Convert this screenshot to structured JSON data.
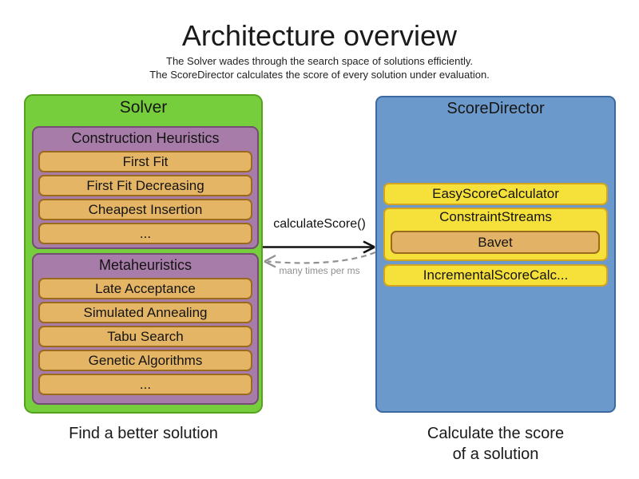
{
  "header": {
    "title": "Architecture overview",
    "subtitle_line1": "The Solver wades through the search space of solutions efficiently.",
    "subtitle_line2": "The ScoreDirector calculates the score of every solution under evaluation."
  },
  "solver": {
    "label": "Solver",
    "caption": "Find a better solution",
    "groups": [
      {
        "label": "Construction Heuristics",
        "items": [
          "First Fit",
          "First Fit Decreasing",
          "Cheapest Insertion",
          "..."
        ]
      },
      {
        "label": "Metaheuristics",
        "items": [
          "Late Acceptance",
          "Simulated Annealing",
          "Tabu Search",
          "Genetic Algorithms",
          "..."
        ]
      }
    ]
  },
  "score_director": {
    "label": "ScoreDirector",
    "caption_line1": "Calculate the score",
    "caption_line2": "of a solution",
    "items": [
      {
        "label": "EasyScoreCalculator"
      },
      {
        "label": "ConstraintStreams",
        "sub_item": "Bavet"
      },
      {
        "label": "IncrementalScoreCalc..."
      }
    ]
  },
  "interaction": {
    "call_arrow_label": "calculateScore()",
    "return_arrow_label": "many times per ms"
  },
  "colors": {
    "solver_fill": "#77CE3C",
    "solver_border": "#54A21E",
    "heuristic_group_fill": "#A87CA8",
    "heuristic_group_border": "#744C74",
    "algorithm_fill": "#E5B566",
    "algorithm_border": "#9A6A1D",
    "score_director_fill": "#6C99CB",
    "score_director_border": "#3B6AA0",
    "calculator_fill": "#F6E03A",
    "calculator_border": "#D3A41F",
    "return_arrow_gray": "#909090",
    "text": "#1a1a1a"
  }
}
